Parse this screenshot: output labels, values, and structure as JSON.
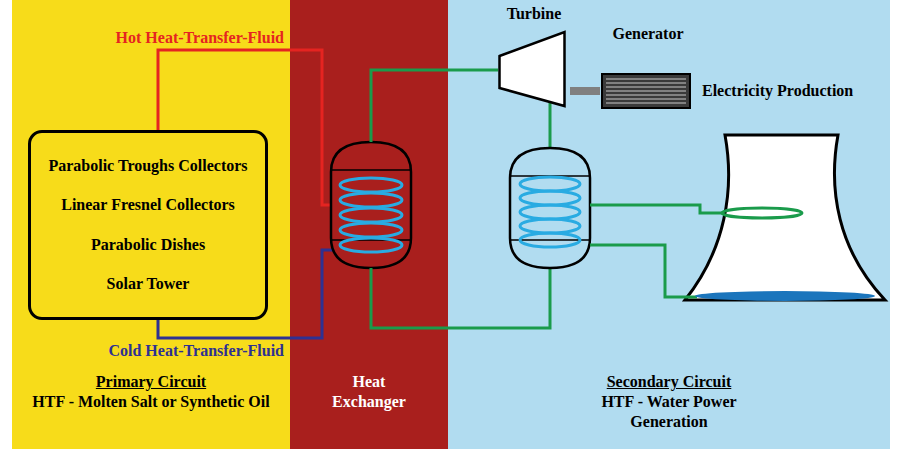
{
  "diagram": {
    "nodes": [
      {
        "text": [
          "Primary Circuit",
          "HTF - Molten Salt or Synthetic Oil"
        ]
      },
      {
        "text": [
          "Parabolic Troughs Collectors",
          "Linear Fresnel Collectors",
          "Parabolic Dishes",
          "Solar Tower"
        ],
        "in": 0
      },
      {
        "text": [
          "Heat Exchanger"
        ]
      },
      {
        "text": [
          "Secondary Circuit",
          "HTF - Water Power Generation"
        ]
      },
      {
        "text": [
          "Turbine"
        ],
        "in": 3
      },
      {
        "text": [
          "Generator"
        ],
        "in": 3
      }
    ],
    "edges": [
      {
        "from": 1,
        "to": 2,
        "label": "Hot Heat-Transfer-Fluid",
        "arrow": "none"
      },
      {
        "from": 1,
        "to": 2,
        "label": "Cold Heat-Transfer-Fluid",
        "arrow": "none"
      },
      {
        "from": 2,
        "to": 4,
        "arrow": "none"
      },
      {
        "from": 4,
        "to": 5,
        "arrow": "none"
      }
    ],
    "labels": [
      "Electricity Production"
    ]
  }
}
